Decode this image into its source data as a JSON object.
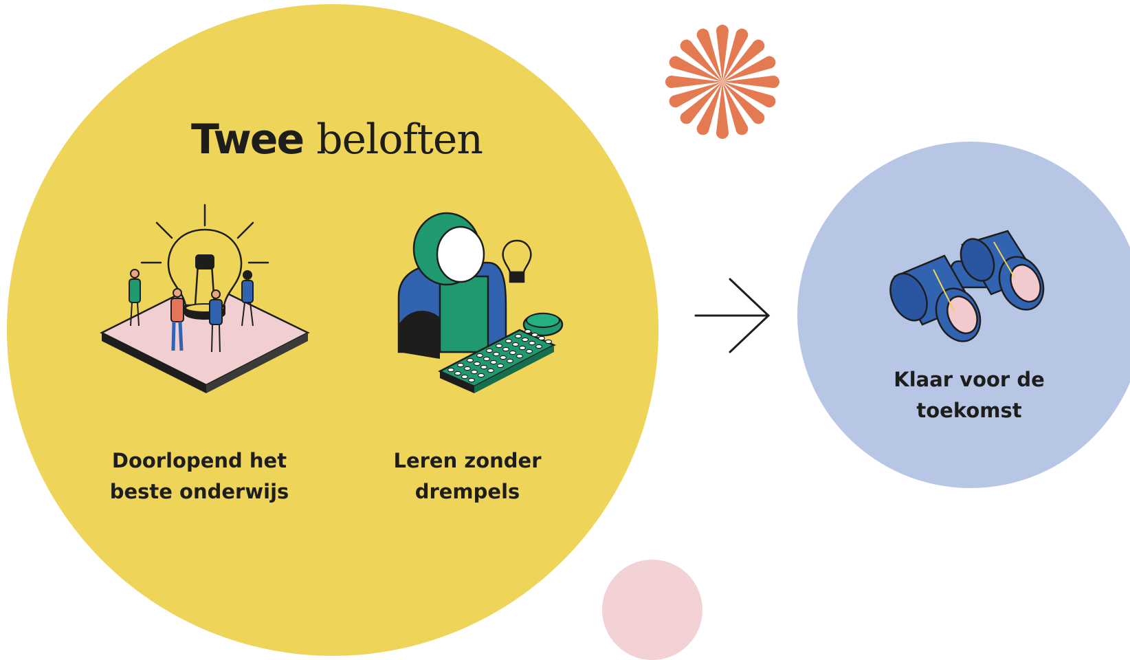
{
  "colors": {
    "yellow": "#eed458",
    "blue": "#b8c6e6",
    "pink": "#f2d2d4",
    "orange": "#e47a51",
    "text": "#1d1d1b"
  },
  "title": {
    "bold": "Twee",
    "light": "beloften"
  },
  "promises": [
    {
      "label_line1": "Doorlopend het",
      "label_line2": "beste onderwijs",
      "icon": "lightbulb-team-icon"
    },
    {
      "label_line1": "Leren zonder",
      "label_line2": "drempels",
      "icon": "computer-learner-icon"
    }
  ],
  "result": {
    "label_line1": "Klaar voor de",
    "label_line2": "toekomst",
    "icon": "binoculars-icon"
  },
  "connector": {
    "icon": "arrow-right-icon"
  },
  "decorations": [
    "sunburst-icon",
    "pink-dot"
  ]
}
